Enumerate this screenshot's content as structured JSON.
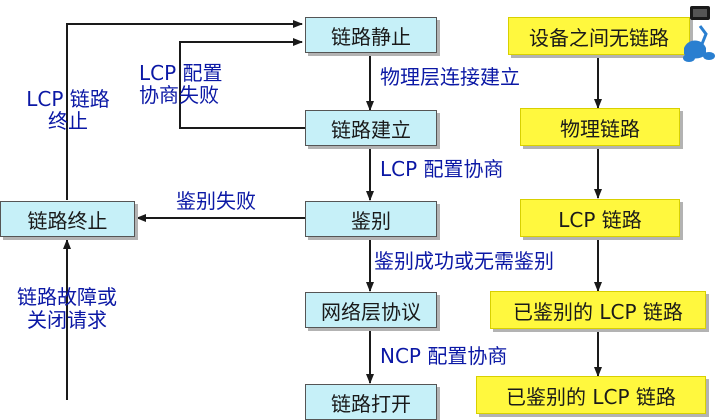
{
  "left_boxes": {
    "link_dead": "链路静止",
    "link_establish": "链路建立",
    "authenticate": "鉴别",
    "network_layer": "网络层协议",
    "link_open": "链路打开",
    "link_terminate": "链路终止"
  },
  "right_boxes": {
    "no_link": "设备之间无链路",
    "physical_link": "物理链路",
    "lcp_link": "LCP 链路",
    "authed_lcp_link": "已鉴别的 LCP 链路",
    "authed_lcp_link_2": "已鉴别的 LCP 链路"
  },
  "labels": {
    "physical_connect": "物理层连接建立",
    "lcp_negotiate": "LCP 配置协商",
    "lcp_negotiate_fail_1": "LCP 配置",
    "lcp_negotiate_fail_2": "协商失败",
    "lcp_terminate_1": "LCP 链路",
    "lcp_terminate_2": "终止",
    "auth_fail": "鉴别失败",
    "auth_success": "鉴别成功或无需鉴别",
    "fault_1": "链路故障或",
    "fault_2": "关闭请求",
    "ncp_negotiate": "NCP 配置协商"
  }
}
